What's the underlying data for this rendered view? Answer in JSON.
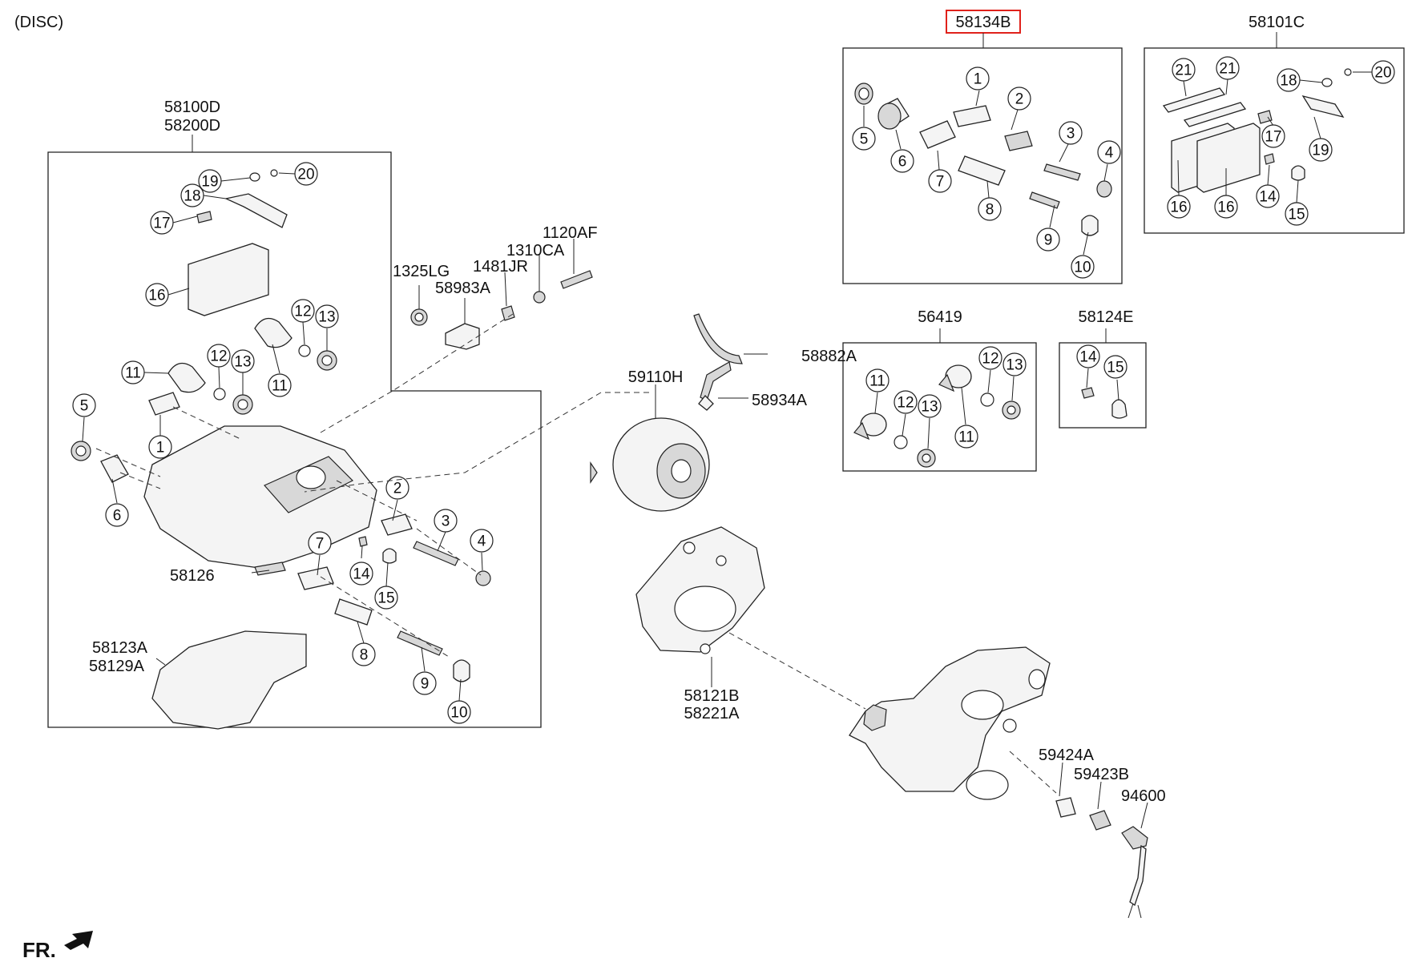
{
  "title": "(DISC)",
  "front_indicator": "FR.",
  "highlight_color": "#e0211b",
  "assemblies": {
    "caliper": {
      "line1": "58100D",
      "line2": "58200D"
    },
    "guide_kit": "58134B",
    "pad_kit": "58101C",
    "seal_kit": "56419",
    "sensor_kit": "58124E"
  },
  "parts": {
    "p1325LG": "1325LG",
    "p58983A": "58983A",
    "p1481JR": "1481JR",
    "p1310CA": "1310CA",
    "p1120AF": "1120AF",
    "p58882A": "58882A",
    "p59110H": "59110H",
    "p58934A": "58934A",
    "p58126": "58126",
    "p58123A": "58123A",
    "p58129A": "58129A",
    "p58121B": "58121B",
    "p58221A": "58221A",
    "p59424A": "59424A",
    "p59423B": "59423B",
    "p94600": "94600"
  },
  "callouts": {
    "n1": "1",
    "n2": "2",
    "n3": "3",
    "n4": "4",
    "n5": "5",
    "n6": "6",
    "n7": "7",
    "n8": "8",
    "n9": "9",
    "n10": "10",
    "n11": "11",
    "n12": "12",
    "n13": "13",
    "n14": "14",
    "n15": "15",
    "n16": "16",
    "n17": "17",
    "n18": "18",
    "n19": "19",
    "n20": "20",
    "n21": "21"
  }
}
